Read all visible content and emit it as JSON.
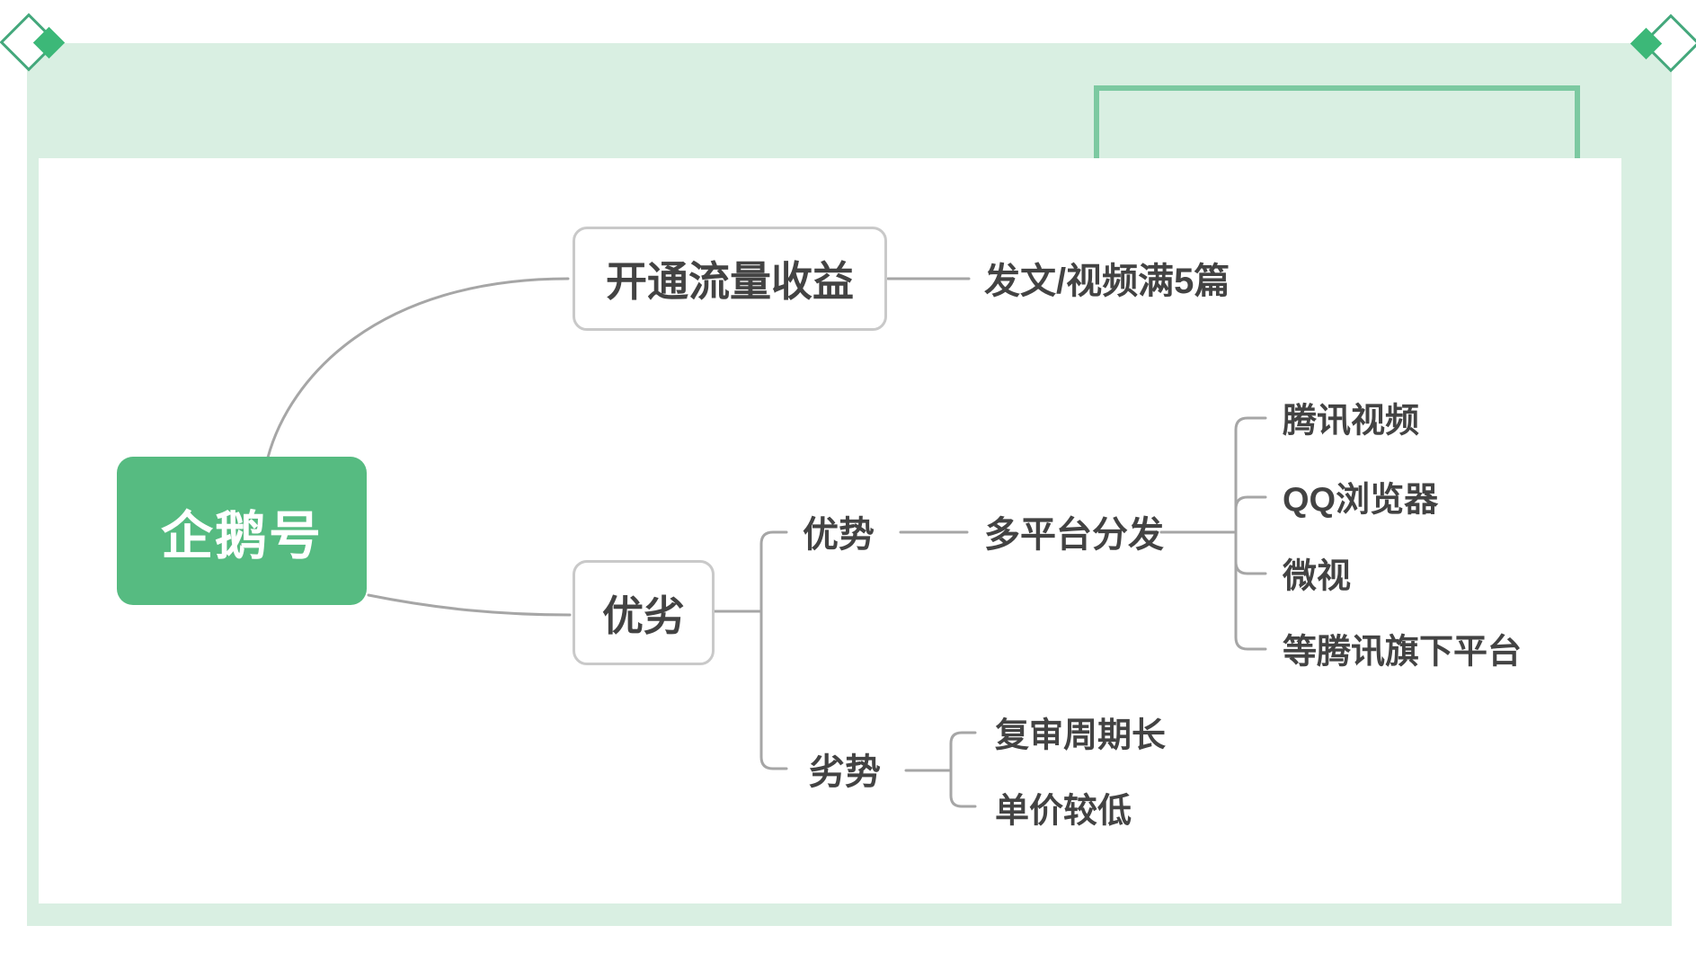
{
  "colors": {
    "background_green": "#d9efe2",
    "deco_border_green": "#7cc9a1",
    "root_green": "#56bb81",
    "diamond_fill": "#3cb878",
    "diamond_stroke": "#44a87c",
    "node_border": "#c9c9c9",
    "text_dark": "#434343",
    "connector": "#a6a6a6",
    "root_text": "#ffffff"
  },
  "mindmap": {
    "root": "企鹅号",
    "traffic_node": "开通流量收益",
    "traffic_leaf": "发文/视频满5篇",
    "pros_cons_node": "优劣",
    "advantage_label": "优势",
    "multi_platform_label": "多平台分发",
    "platforms": [
      "腾讯视频",
      "QQ浏览器",
      "微视",
      "等腾讯旗下平台"
    ],
    "disadvantage_label": "劣势",
    "disadvantage_items": [
      "复审周期长",
      "单价较低"
    ]
  }
}
